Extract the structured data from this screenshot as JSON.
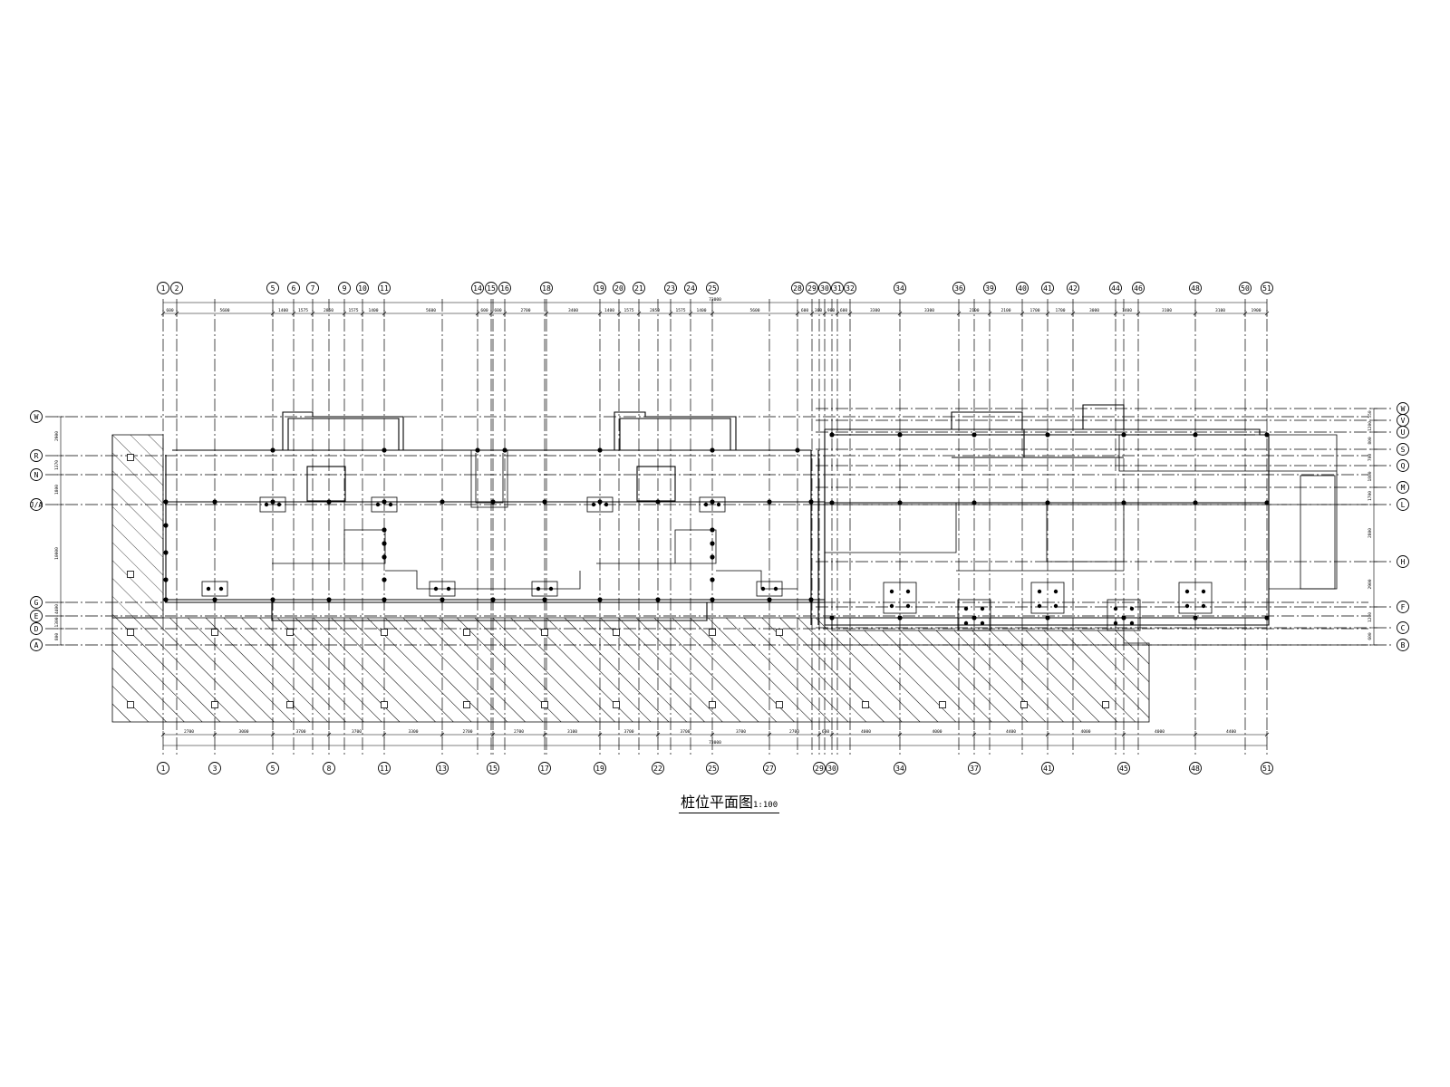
{
  "drawing": {
    "title": "桩位平面图",
    "scale": "1:100"
  },
  "axes": {
    "top_vertical": [
      "1",
      "2",
      "5",
      "6",
      "7",
      "9",
      "10",
      "11",
      "14",
      "15",
      "16",
      "18",
      "19",
      "20",
      "21",
      "23",
      "24",
      "25",
      "28",
      "29",
      "30",
      "31",
      "32",
      "34",
      "36",
      "39",
      "40",
      "41",
      "42",
      "44",
      "46",
      "48",
      "50",
      "51"
    ],
    "bottom_vertical": [
      "1",
      "3",
      "5",
      "8",
      "11",
      "13",
      "15",
      "17",
      "19",
      "22",
      "25",
      "27",
      "29",
      "30",
      "34",
      "37",
      "41",
      "45",
      "48",
      "51"
    ],
    "left_horizontal": [
      "W",
      "R",
      "N",
      "J/A",
      "G",
      "E",
      "D",
      "A"
    ],
    "right_horizontal": [
      "W",
      "V",
      "U",
      "S",
      "Q",
      "M",
      "L",
      "H",
      "F",
      "C",
      "B"
    ]
  },
  "dimensions": {
    "top_total": "73000",
    "bottom_total": "73000",
    "top_segments": [
      "600",
      "5600",
      "1400",
      "1575",
      "2850",
      "1575",
      "1400",
      "5600",
      "600",
      "600",
      "2700",
      "3400",
      "1400",
      "1575",
      "2850",
      "1575",
      "1400",
      "5600",
      "600",
      "300",
      "900",
      "600",
      "3300",
      "3300",
      "2100",
      "2100",
      "1700",
      "1700",
      "3000",
      "1400",
      "3100",
      "3100",
      "1900"
    ],
    "bottom_segments": [
      "2700",
      "3000",
      "3700",
      "3700",
      "3300",
      "2700",
      "2700",
      "3100",
      "3700",
      "3700",
      "3700",
      "2700",
      "600",
      "4000",
      "4000",
      "4400",
      "4000",
      "4000",
      "4400"
    ],
    "left_segments": [
      "2900",
      "1370",
      "1800",
      "10000",
      "4400",
      "1300",
      "800"
    ],
    "right_segments": [
      "550",
      "1200",
      "800",
      "700",
      "1800",
      "1700",
      "2800",
      "2900",
      "1200",
      "600"
    ]
  }
}
